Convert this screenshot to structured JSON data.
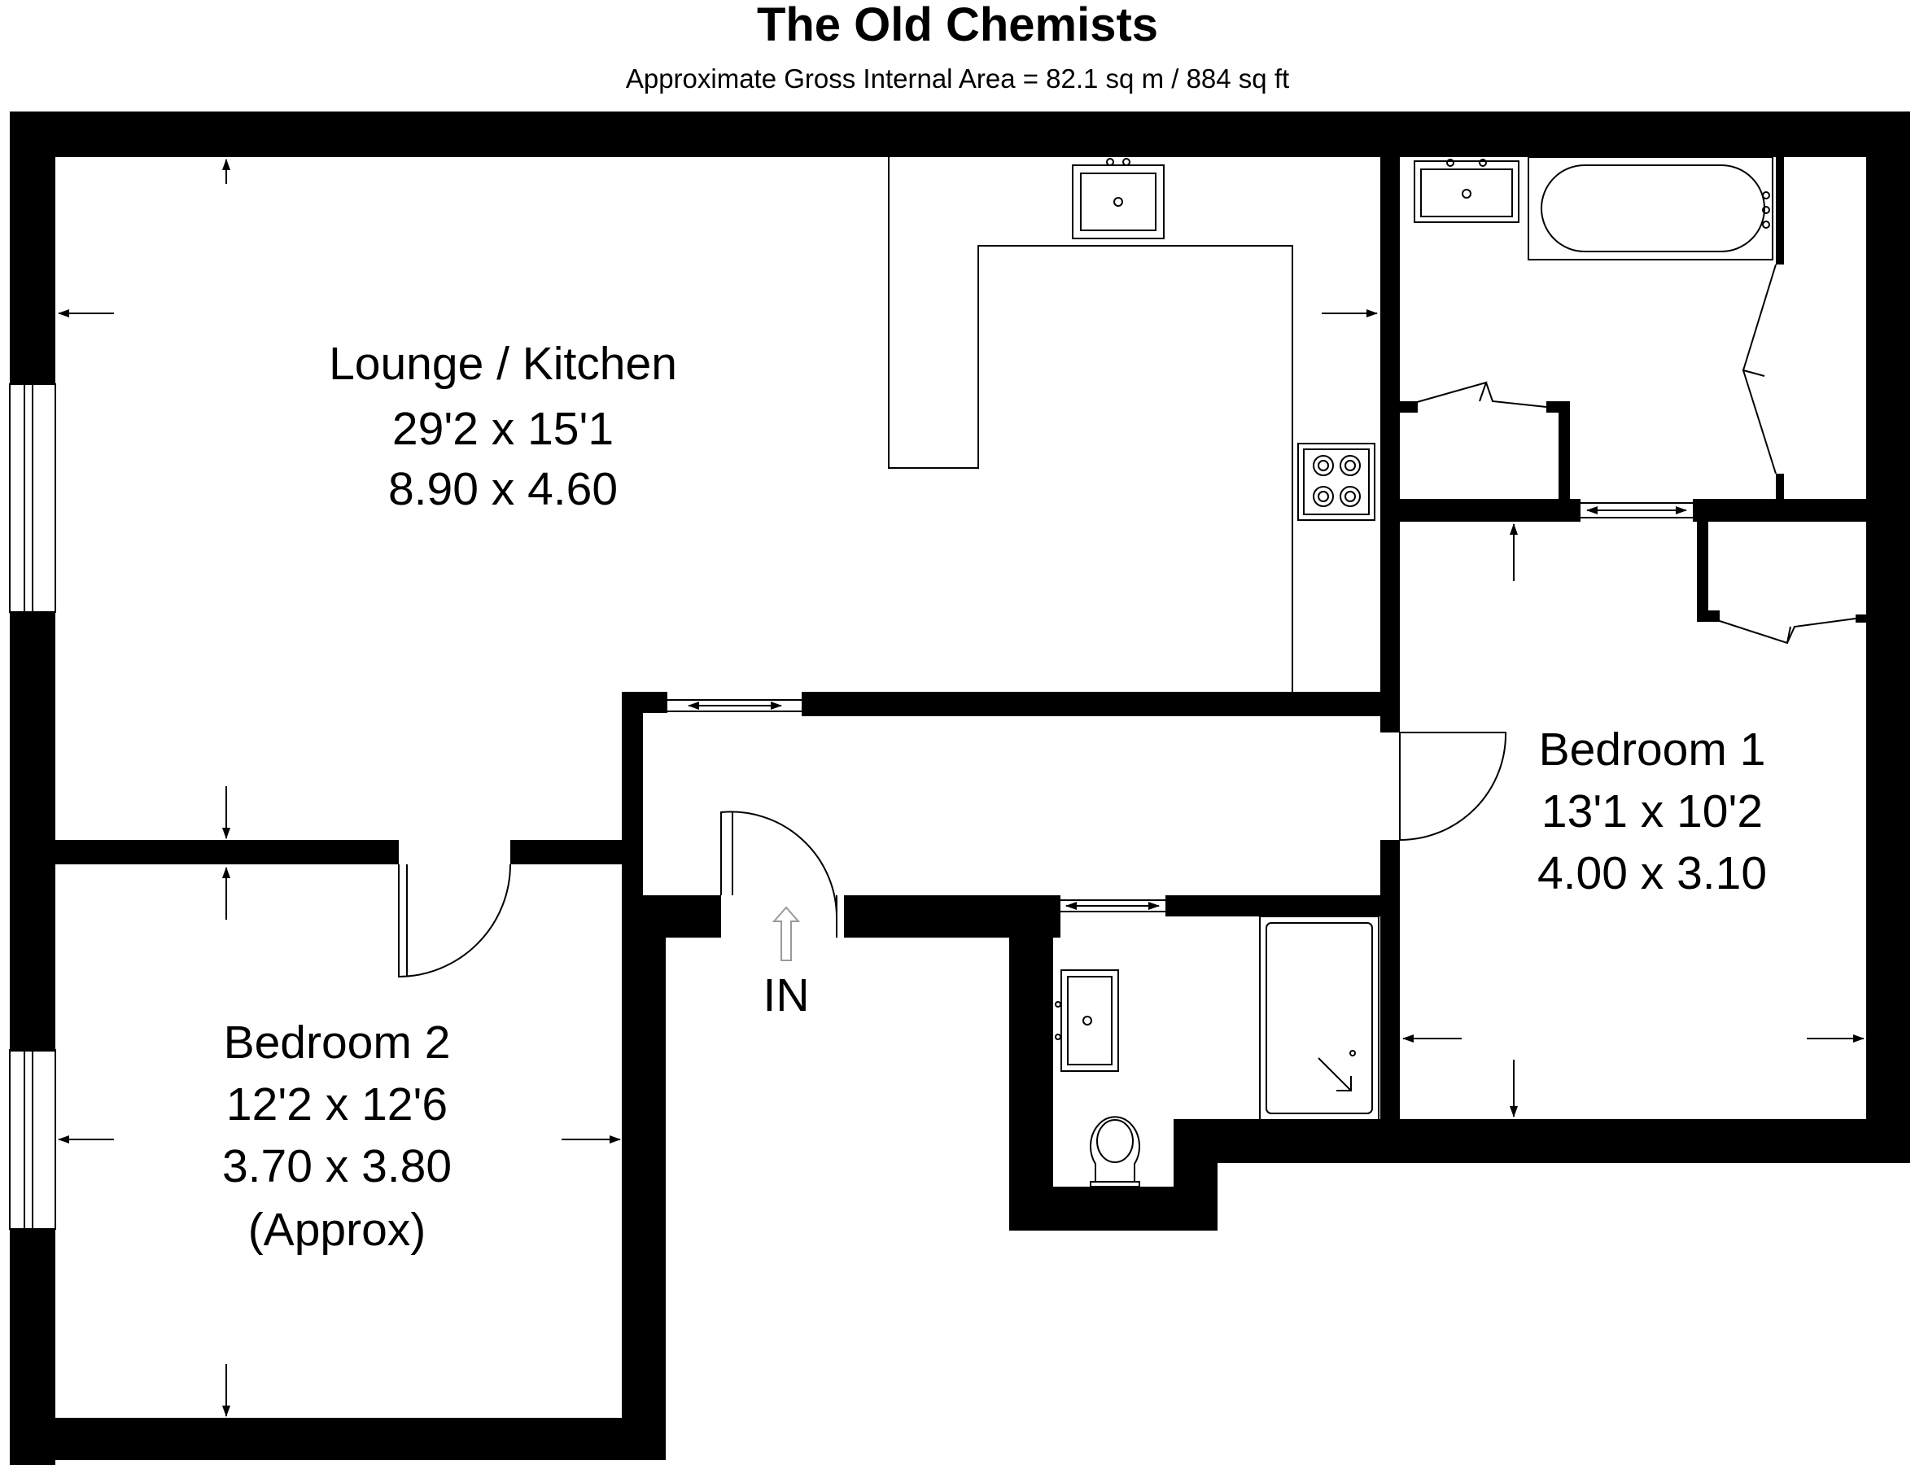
{
  "header": {
    "title": "The Old Chemists",
    "subtitle": "Approximate Gross Internal Area = 82.1 sq m / 884 sq ft"
  },
  "rooms": [
    {
      "name": "Lounge / Kitchen",
      "imperial": "29'2 x 15'1",
      "metric": "8.90 x 4.60"
    },
    {
      "name": "Bedroom 1",
      "imperial": "13'1 x 10'2",
      "metric": "4.00 x 3.10"
    },
    {
      "name": "Bedroom 2",
      "imperial": "12'2 x 12'6",
      "metric": "3.70 x 3.80",
      "note": "(Approx)"
    }
  ],
  "entrance": {
    "label": "IN"
  }
}
